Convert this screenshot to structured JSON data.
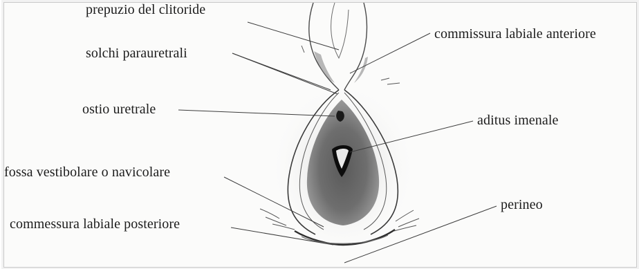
{
  "diagram": {
    "labels": {
      "prepuzio": "prepuzio del clitoride",
      "commissura_anteriore": "commissura labiale anteriore",
      "solchi": "solchi parauretrali",
      "ostio": "ostio uretrale",
      "aditus": "aditus imenale",
      "fossa": "fossa vestibolare o navicolare",
      "perineo": "perineo",
      "commessura_posteriore": "commessura labiale posteriore"
    }
  }
}
